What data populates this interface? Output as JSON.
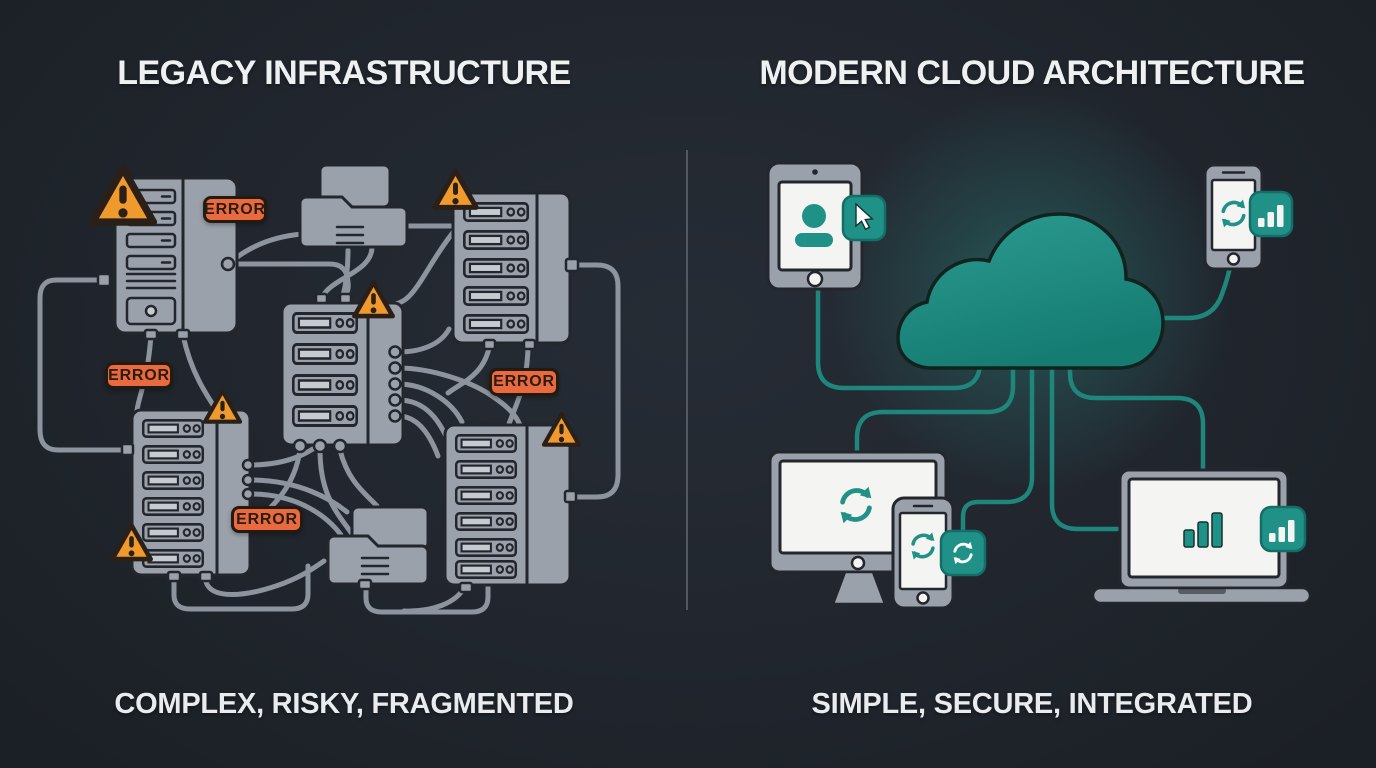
{
  "header": {
    "left_title": "LEGACY INFRASTRUCTURE",
    "right_title": "MODERN CLOUD ARCHITECTURE"
  },
  "footer": {
    "left_caption": "COMPLEX, RISKY, FRAGMENTED",
    "right_caption": "SIMPLE, SECURE, INTEGRATED"
  },
  "left_panel": {
    "error_label": "ERROR",
    "error_badge_count": 4,
    "warning_icon_count": 6,
    "icons": [
      "tower-server-icon",
      "rack-server-icon",
      "folder-icon",
      "warning-icon",
      "tangled-wires"
    ]
  },
  "right_panel": {
    "icons": [
      "tablet-icon",
      "user-icon",
      "cursor-icon",
      "cloud-icon",
      "smartphone-icon",
      "sync-icon",
      "bar-chart-icon",
      "monitor-icon",
      "laptop-icon"
    ]
  },
  "colors": {
    "background": "#21262e",
    "title_text": "#eef0f2",
    "caption_text": "#e9ebee",
    "device_gray": "#9aa1ab",
    "device_gray_light": "#c6cbd2",
    "outline_dark": "#23262c",
    "screen_white": "#f4f5f3",
    "wire_gray": "#8d949e",
    "warning_orange": "#f09a2e",
    "warning_outline": "#2a2017",
    "error_orange": "#e96a3f",
    "error_text": "#2a1c10",
    "error_outline": "#241a10",
    "teal": "#1f9187",
    "teal_dark": "#136e67",
    "teal_line": "#1f867c",
    "teal_glow": "#2dd4bf",
    "divider": "#5a6169"
  }
}
